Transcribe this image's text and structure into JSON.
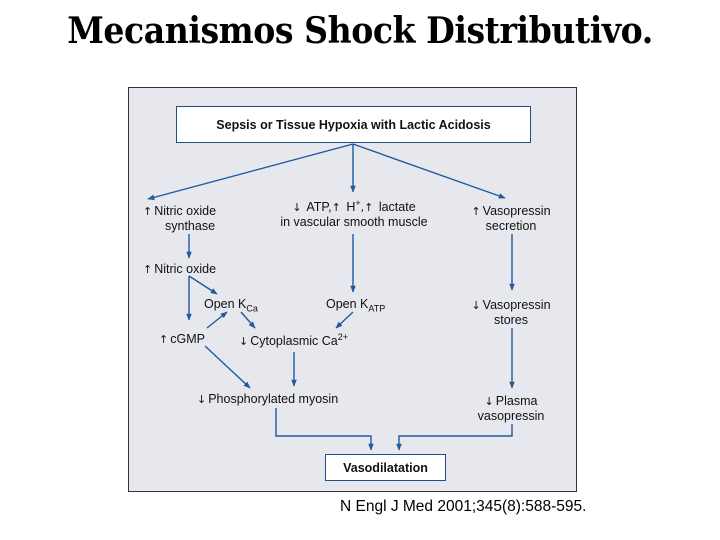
{
  "slide": {
    "title": "Mecanismos Shock Distributivo.",
    "citation": "N Engl J Med 2001;345(8):588-595."
  },
  "diagram": {
    "top_box": "Sepsis or Tissue Hypoxia with Lactic Acidosis",
    "nitric_oxide_synthase": {
      "symbol": "↑",
      "line1": "Nitric oxide",
      "line2": "synthase"
    },
    "atp_lactate": {
      "sym1": "↓",
      "atp": "ATP,",
      "sym2": "↑",
      "h": "H",
      "h_sup": "+",
      "sym3": ",↑",
      "lactate": "lactate",
      "line2": "in vascular smooth muscle"
    },
    "vasopressin_secretion": {
      "symbol": "↑",
      "line1": "Vasopressin",
      "line2": "secretion"
    },
    "nitric_oxide": {
      "symbol": "↑",
      "label": "Nitric oxide"
    },
    "open_kca": {
      "label": "Open K",
      "sub": "Ca"
    },
    "open_katp": {
      "label": "Open K",
      "sub": "ATP"
    },
    "vasopressin_stores": {
      "symbol": "↓",
      "line1": "Vasopressin",
      "line2": "stores"
    },
    "cgmp": {
      "symbol": "↑",
      "label": "cGMP"
    },
    "cytoplasmic_ca": {
      "symbol": "↓",
      "label": "Cytoplasmic Ca",
      "sup": "2+"
    },
    "phosphorylated_myosin": {
      "symbol": "↓",
      "label": "Phosphorylated myosin"
    },
    "plasma_vasopressin": {
      "symbol": "↓",
      "line1": "Plasma",
      "line2": "vasopressin"
    },
    "bottom_box": "Vasodilatation",
    "colors": {
      "arrow": "#1f5a9e",
      "box_border": "#1f4f8a",
      "figure_background": "#e6e8ee"
    }
  }
}
